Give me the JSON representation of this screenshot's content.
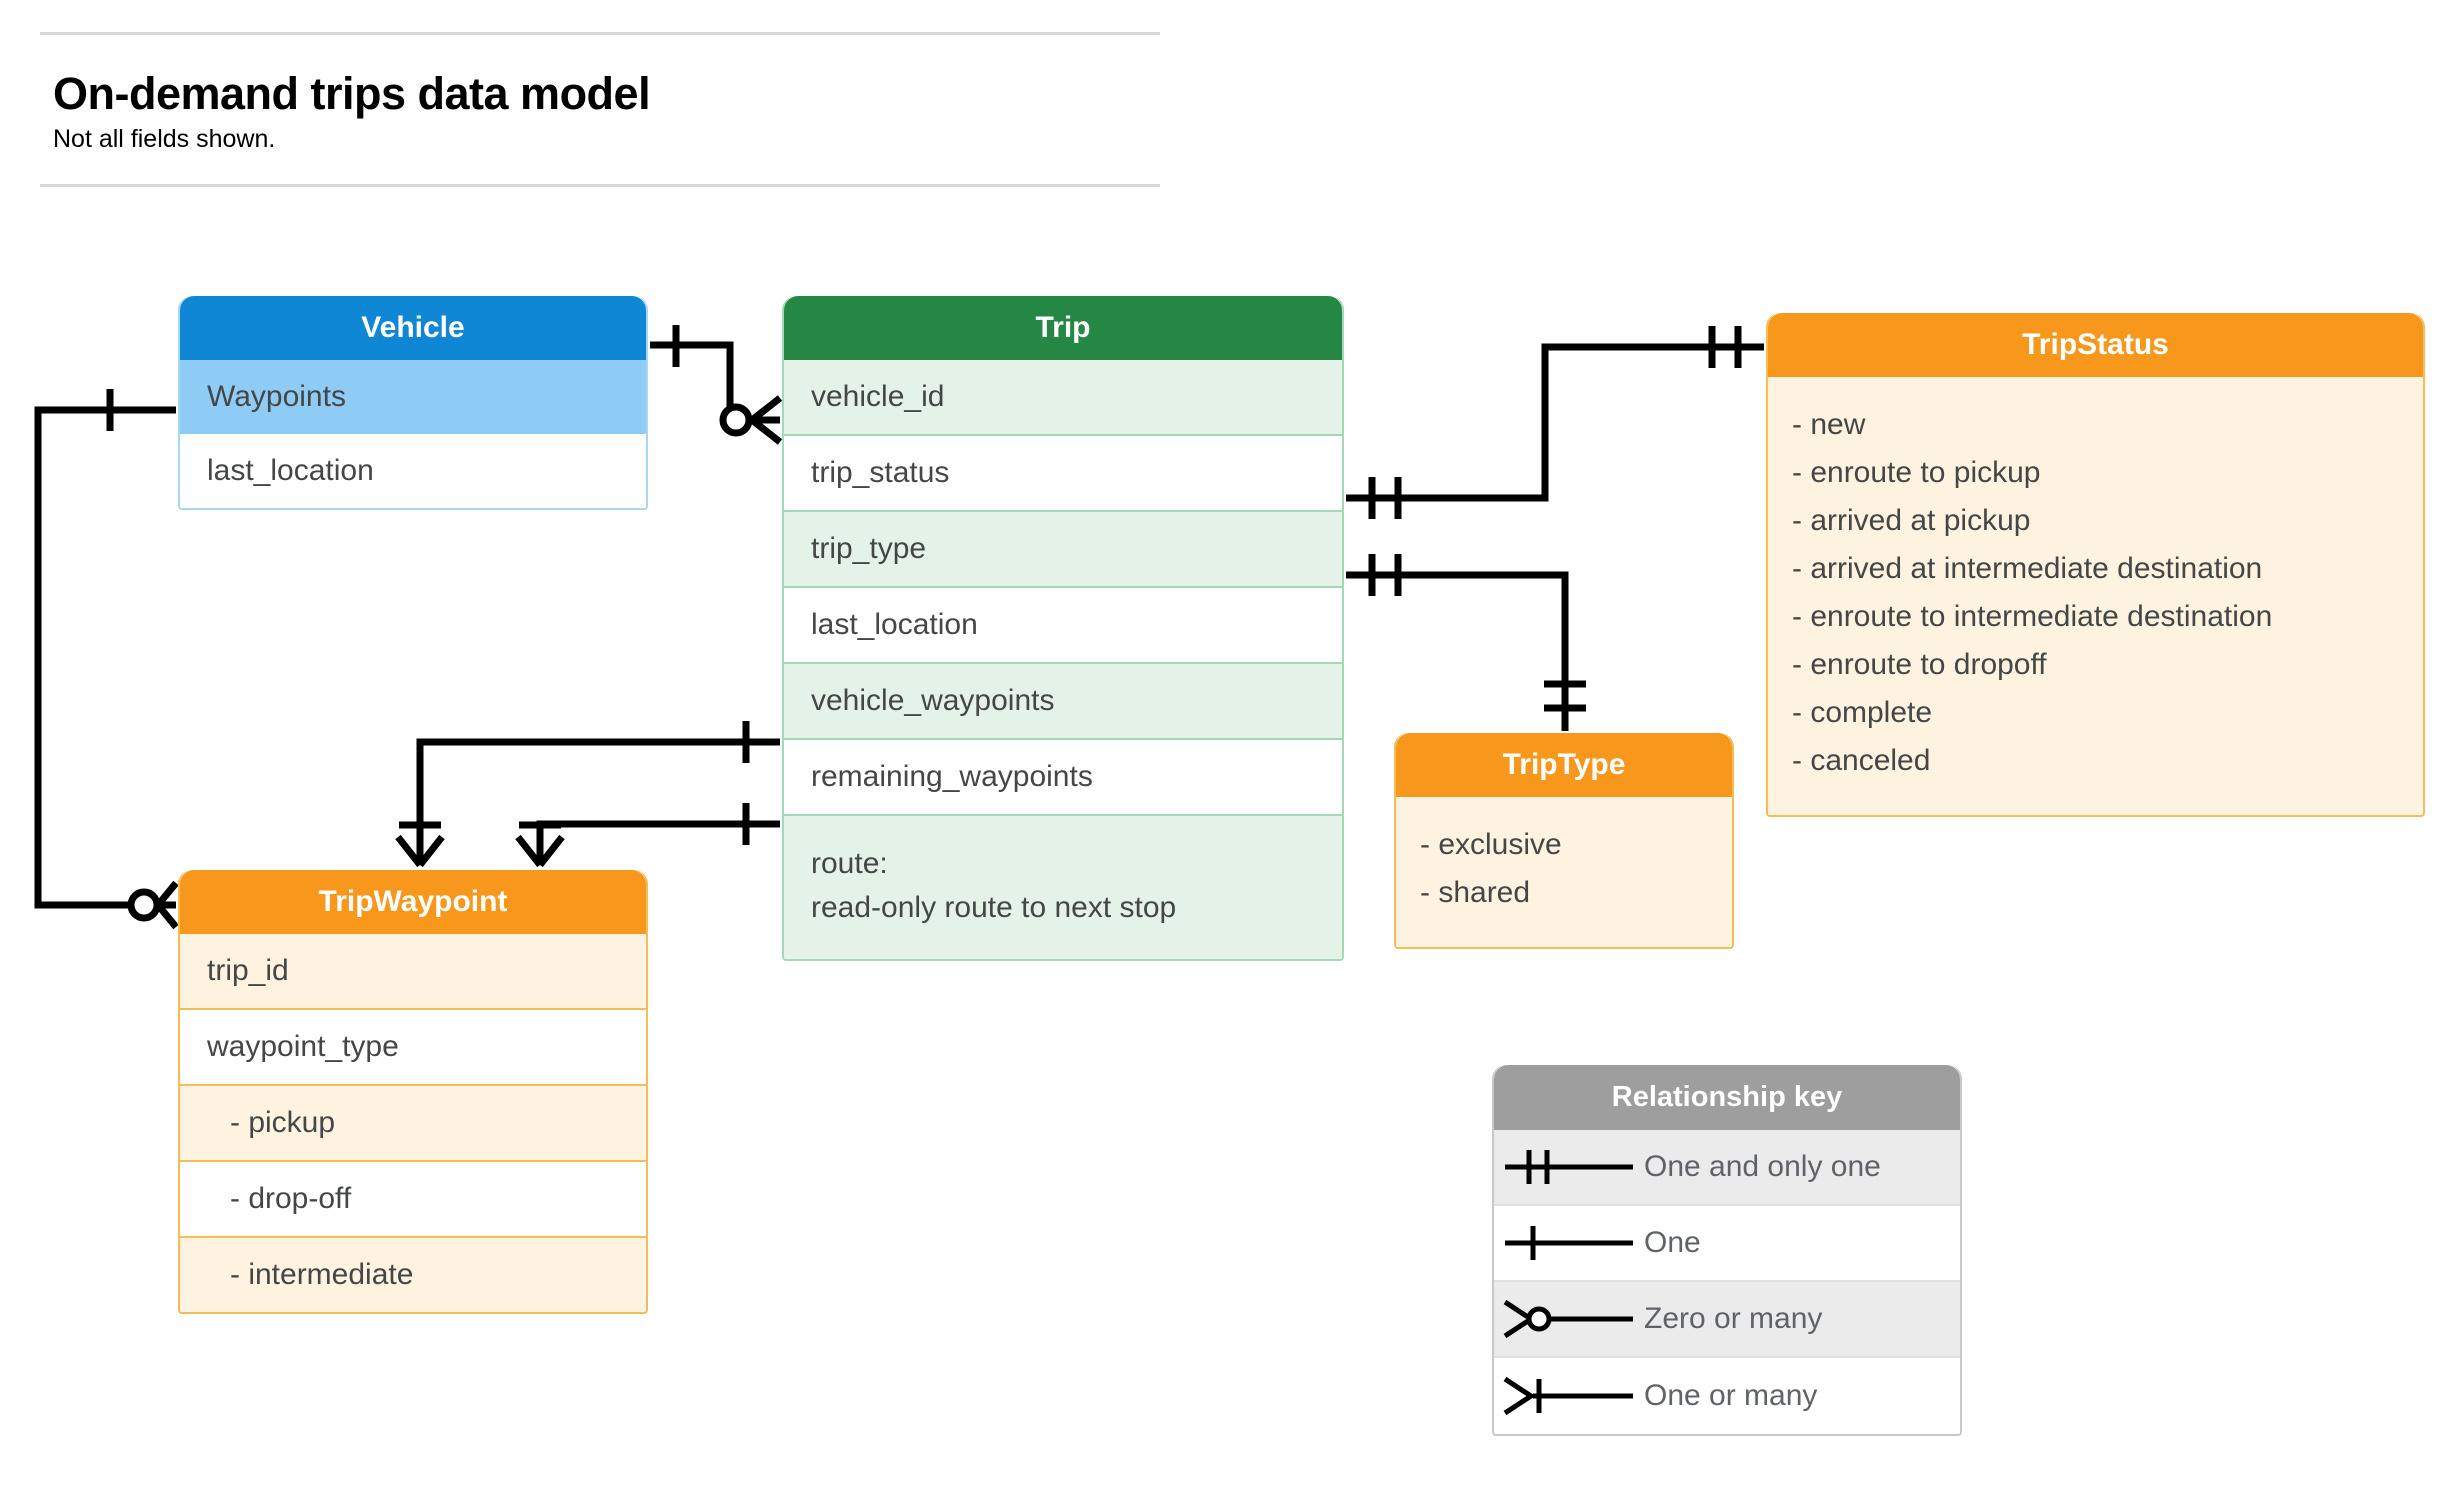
{
  "header": {
    "title": "On-demand trips data model",
    "subtitle": "Not all fields shown."
  },
  "entities": {
    "vehicle": {
      "name": "Vehicle",
      "header_color": "#0f87d4",
      "fields": [
        {
          "label": "Waypoints"
        },
        {
          "label": "last_location"
        }
      ]
    },
    "trip": {
      "name": "Trip",
      "header_color": "#258744",
      "fields": [
        {
          "label": "vehicle_id"
        },
        {
          "label": "trip_status"
        },
        {
          "label": "trip_type"
        },
        {
          "label": "last_location"
        },
        {
          "label": "vehicle_waypoints"
        },
        {
          "label": "remaining_waypoints"
        },
        {
          "label": "route:",
          "label2": "read-only route to next stop"
        }
      ]
    },
    "trip_status": {
      "name": "TripStatus",
      "header_color": "#f7981d",
      "values": [
        "- new",
        "- enroute to pickup",
        "- arrived at pickup",
        "- arrived at intermediate destination",
        "- enroute to intermediate destination",
        "- enroute to dropoff",
        "- complete",
        "- canceled"
      ]
    },
    "trip_type": {
      "name": "TripType",
      "header_color": "#f7981d",
      "values": [
        "- exclusive",
        "- shared"
      ]
    },
    "trip_waypoint": {
      "name": "TripWaypoint",
      "header_color": "#f7981d",
      "fields": [
        {
          "label": "trip_id"
        },
        {
          "label": "waypoint_type"
        },
        {
          "label": "-  pickup"
        },
        {
          "label": "-  drop-off"
        },
        {
          "label": "-  intermediate"
        }
      ]
    }
  },
  "relationship_key": {
    "title": "Relationship key",
    "rows": [
      {
        "symbol": "one-and-only-one",
        "label": "One and only one"
      },
      {
        "symbol": "one",
        "label": "One"
      },
      {
        "symbol": "zero-or-many",
        "label": "Zero or many"
      },
      {
        "symbol": "one-or-many",
        "label": "One or many"
      }
    ]
  },
  "relationships": [
    {
      "from": "Vehicle",
      "from_cardinality": "one",
      "to": "Trip.vehicle_id",
      "to_cardinality": "zero-or-many"
    },
    {
      "from": "Vehicle.Waypoints",
      "from_cardinality": "one",
      "to": "TripWaypoint",
      "to_cardinality": "zero-or-many"
    },
    {
      "from": "Trip.trip_status",
      "from_cardinality": "one-and-only-one",
      "to": "TripStatus",
      "to_cardinality": "one-and-only-one"
    },
    {
      "from": "Trip.trip_type",
      "from_cardinality": "one-and-only-one",
      "to": "TripType",
      "to_cardinality": "one-and-only-one"
    },
    {
      "from": "Trip.vehicle_waypoints",
      "from_cardinality": "one",
      "to": "TripWaypoint",
      "to_cardinality": "one-or-many"
    },
    {
      "from": "Trip.remaining_waypoints",
      "from_cardinality": "one",
      "to": "TripWaypoint",
      "to_cardinality": "one-or-many"
    }
  ]
}
